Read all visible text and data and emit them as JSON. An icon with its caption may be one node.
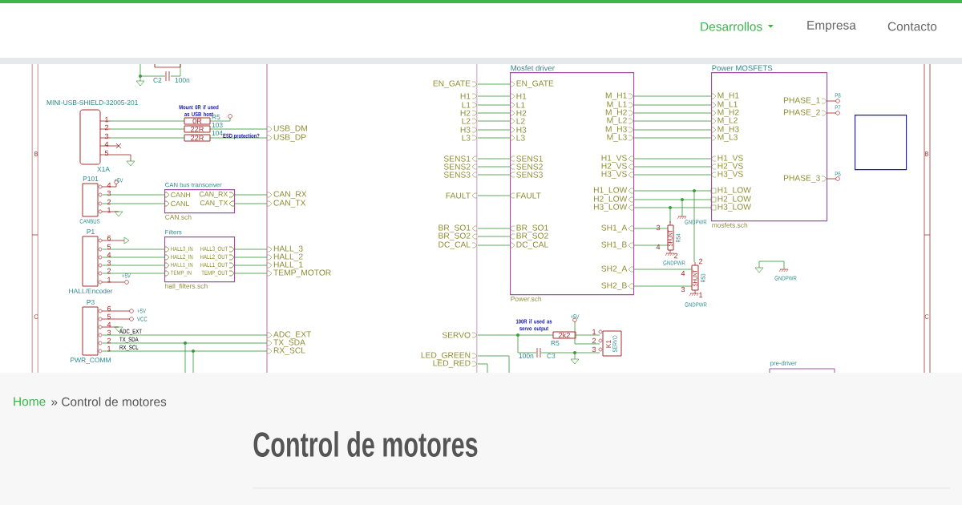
{
  "diagram": {
    "title": "Control de motores",
    "nodes": [
      {
        "text": [
          "CAN bus transceiver",
          "CANH",
          "CANL",
          "CAN_RX",
          "CAN_TX",
          "CAN.sch"
        ]
      },
      {
        "text": [
          "Filters",
          "HALL3_IN",
          "HALL3_OUT",
          "HALL2_IN",
          "HALL2_OUT",
          "HALL1_IN",
          "HALL1_OUT",
          "TEMP_IN",
          "TEMP_OUT",
          "hall_filters.sch"
        ]
      },
      {
        "text": [
          "Mosfet driver",
          "EN_GATE",
          "H1",
          "M_H1",
          "L1",
          "M_L1",
          "H2",
          "M_H2",
          "L2",
          "M_L2",
          "H3",
          "M_H3",
          "L3",
          "M_L3",
          "SENS1",
          "H1_VS",
          "SENS2",
          "H2_VS",
          "SENS3",
          "H3_VS",
          "H1_LOW",
          "FAULT",
          "H2_LOW",
          "H3_LOW",
          "BR_SO1",
          "SH1_A",
          "BR_SO2",
          "DC_CAL",
          "SH1_B",
          "SH2_A",
          "SH2_B",
          "Power.sch"
        ]
      },
      {
        "text": [
          "Power MOSFETS",
          "M_H1",
          "PHASE_1",
          "M_L1",
          "M_H2",
          "PHASE_2",
          "M_L2",
          "M_H3",
          "M_L3",
          "H1_VS",
          "H2_VS",
          "H3_VS",
          "PHASE_3",
          "H1_LOW",
          "H2_LOW",
          "H3_LOW",
          "mosfets.sch"
        ]
      },
      {
        "text": [
          "pre-driver"
        ]
      },
      {
        "text": [],
        "shape": "box"
      }
    ],
    "edges": [
      {
        "from": 2,
        "to": 3,
        "arrow": "none"
      },
      {
        "from": 2,
        "to": 3,
        "arrow": "none"
      },
      {
        "from": 2,
        "to": 3,
        "arrow": "none"
      },
      {
        "from": 2,
        "to": 3,
        "arrow": "none"
      },
      {
        "from": 2,
        "to": 3,
        "arrow": "none"
      },
      {
        "from": 2,
        "to": 3,
        "arrow": "none"
      },
      {
        "from": 2,
        "to": 3,
        "arrow": "none"
      },
      {
        "from": 2,
        "to": 3,
        "arrow": "none"
      },
      {
        "from": 2,
        "to": 3,
        "arrow": "none"
      },
      {
        "from": 2,
        "to": 3,
        "arrow": "none"
      },
      {
        "from": 2,
        "to": 3,
        "arrow": "none"
      },
      {
        "from": 2,
        "to": 3,
        "arrow": "none"
      }
    ],
    "labels": [
      "Desarrollos",
      "Empresa",
      "Contacto",
      "Home",
      "» Control de motores",
      "B",
      "C",
      "B",
      "C",
      "C2",
      "100n",
      "MINI-USB-SHIELD-32005-201",
      "Mount 0R if used as USB host",
      "R5",
      "0R",
      "22R",
      "22R",
      "103",
      "104",
      "ESD protection?",
      "1",
      "2",
      "3",
      "4",
      "5",
      "X1A",
      "USB_DM",
      "USB_DP",
      "P101",
      "4",
      "3",
      "2",
      "1",
      "CANBUS",
      "CAN_RX",
      "CAN_TX",
      "P1",
      "6",
      "5",
      "4",
      "3",
      "2",
      "1",
      "+5V",
      "HALL/Encoder",
      "HALL_3",
      "HALL_2",
      "HALL_1",
      "TEMP_MOTOR",
      "P3",
      "6",
      "5",
      "4",
      "3",
      "2",
      "1",
      "+5V",
      "VCC",
      "ADC_EXT",
      "TX_SDA",
      "RX_SCL",
      "PWR_COMM",
      "ADC_EXT",
      "TX_SDA",
      "RX_SCL",
      "EN_GATE",
      "H1",
      "L1",
      "H2",
      "L2",
      "H3",
      "L3",
      "SENS1",
      "SENS2",
      "SENS3",
      "FAULT",
      "BR_SO1",
      "BR_SO2",
      "DC_CAL",
      "SERVO",
      "LED_GREEN",
      "LED_RED",
      "3",
      "4",
      "SHUNT",
      "R54",
      "2",
      "GNDPWR",
      "GNDPWR",
      "4",
      "3",
      "2",
      "SHUNT",
      "R53",
      "1",
      "GNDPWR",
      "GNDPWR",
      "100R if used as servo output",
      "+5V",
      "2k2",
      "R5",
      "100n",
      "C3",
      "1",
      "2",
      "3",
      "K1",
      "SERVO",
      "P8",
      "P7",
      "P6",
      "+5V"
    ]
  }
}
